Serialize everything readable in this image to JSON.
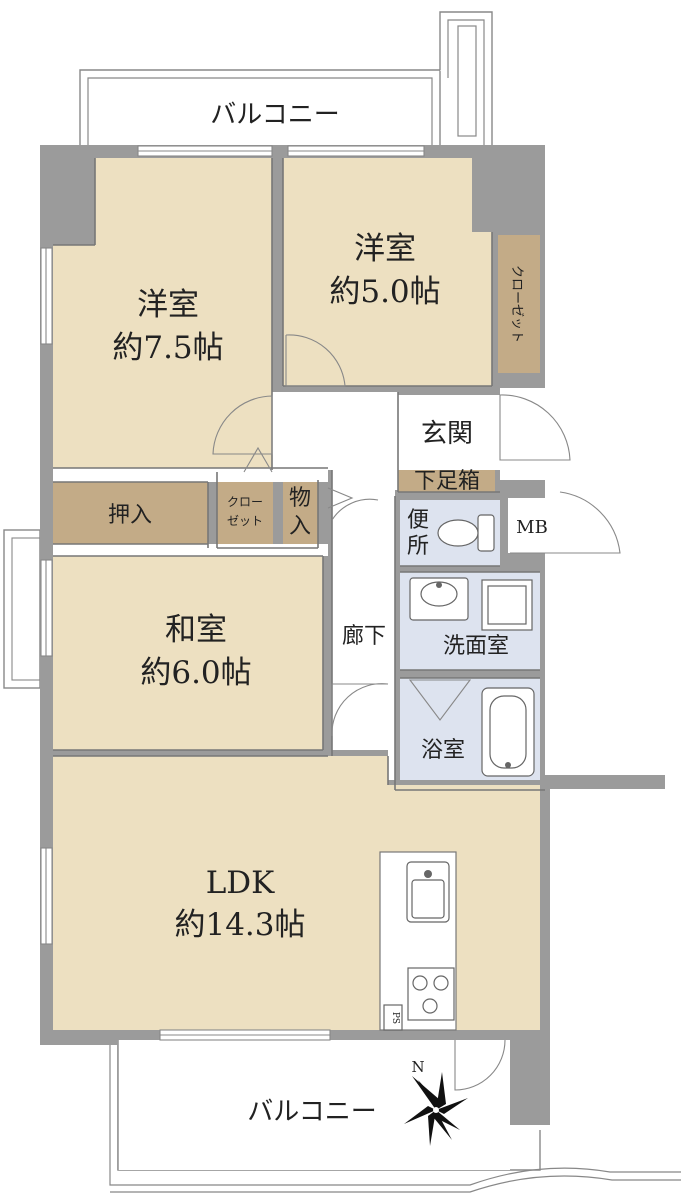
{
  "colors": {
    "room_fill": "#ede0c1",
    "storage_fill": "#c3ab87",
    "wet_area_fill": "#dde3ef",
    "wall": "#9b9b9b",
    "balcony_fill": "#ffffff",
    "text": "#222222"
  },
  "balcony_top": {
    "label": "バルコニー"
  },
  "balcony_bottom": {
    "label": "バルコニー"
  },
  "rooms": {
    "western_left": {
      "name": "洋室",
      "size": "約7.5帖"
    },
    "western_right": {
      "name": "洋室",
      "size": "約5.0帖"
    },
    "japanese": {
      "name": "和室",
      "size": "約6.0帖"
    },
    "ldk": {
      "name": "LDK",
      "size": "約14.3帖"
    },
    "entrance": {
      "name": "玄関"
    },
    "shoe_box": {
      "name": "下足箱"
    },
    "closet_right": {
      "name": "クローゼット"
    },
    "closet_small_line1": {
      "name": "クロー"
    },
    "closet_small_line2": {
      "name": "ゼット"
    },
    "oshiire": {
      "name": "押入"
    },
    "storage_line1": {
      "name": "物"
    },
    "storage_line2": {
      "name": "入"
    },
    "toilet_line1": {
      "name": "便"
    },
    "toilet_line2": {
      "name": "所"
    },
    "mb": {
      "name": "MB"
    },
    "hallway": {
      "name": "廊下"
    },
    "washroom": {
      "name": "洗面室"
    },
    "bathroom": {
      "name": "浴室"
    },
    "ps": {
      "name": "PS"
    }
  },
  "compass": {
    "label": "N",
    "icon": "north-arrow-icon"
  }
}
